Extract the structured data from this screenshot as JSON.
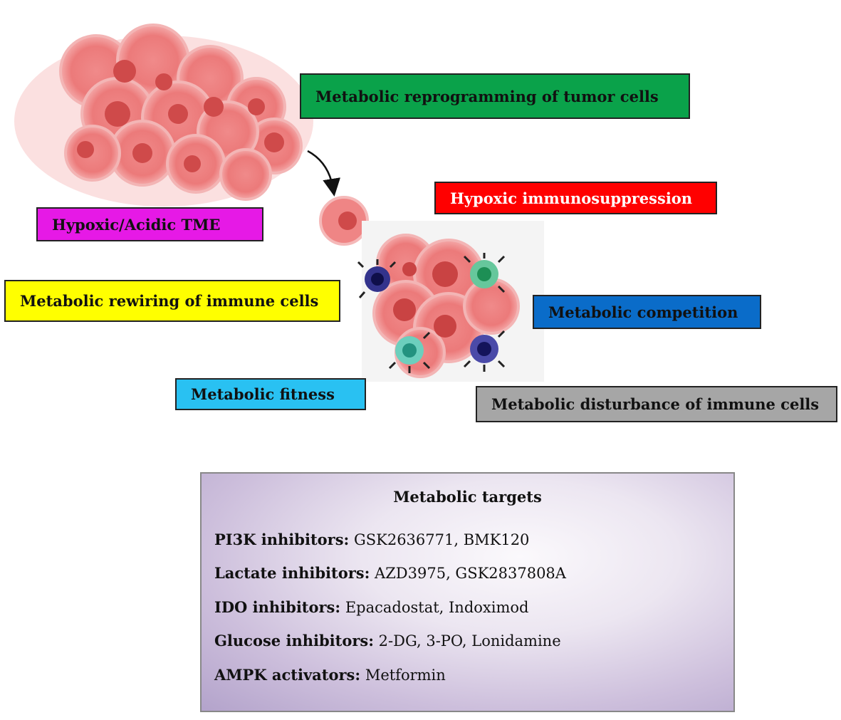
{
  "labels": {
    "tumor_reprogramming": "Metabolic reprogramming of tumor cells",
    "hypoxic_immunosuppression": "Hypoxic immunosuppression",
    "hypoxic_acidic_tme": "Hypoxic/Acidic TME",
    "immune_rewiring": "Metabolic rewiring of immune cells",
    "competition": "Metabolic competition",
    "fitness": "Metabolic fitness",
    "disturbance": "Metabolic disturbance  of immune cells"
  },
  "colors": {
    "green": "#0aa24a",
    "red": "#ff0000",
    "magenta": "#e619e6",
    "yellow": "#ffff00",
    "blue": "#0a6cc9",
    "cyan": "#29c1f2",
    "gray": "#a6a6a6"
  },
  "targets": {
    "title": "Metabolic targets",
    "items": [
      {
        "name": "PI3K inhibitors:",
        "drugs": "GSK2636771, BMK120"
      },
      {
        "name": "Lactate inhibitors:",
        "drugs": "AZD3975, GSK2837808A"
      },
      {
        "name": "IDO inhibitors:",
        "drugs": "Epacadostat, Indoximod"
      },
      {
        "name": "Glucose inhibitors:",
        "drugs": "2-DG, 3-PO,  Lonidamine"
      },
      {
        "name": "AMPK activators:",
        "drugs": "Metformin"
      }
    ]
  }
}
